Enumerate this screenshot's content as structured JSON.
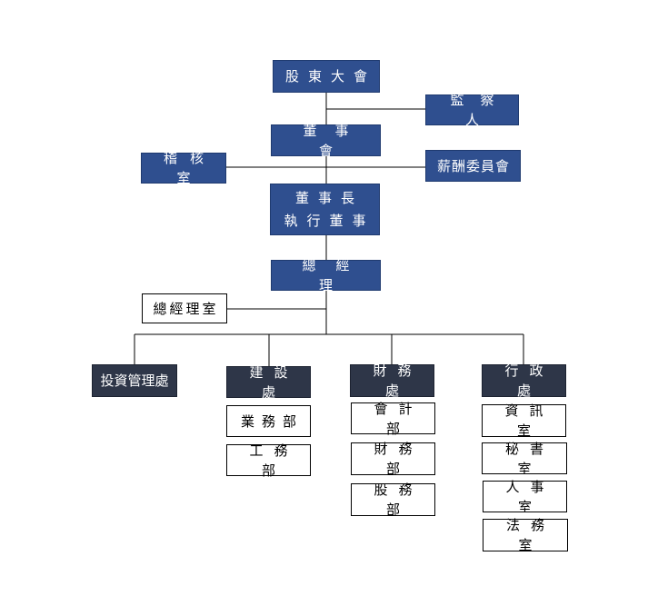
{
  "org_chart": {
    "shareholders_meeting": "股東大會",
    "supervisor": "監察人",
    "board": "董事會",
    "audit_office": "稽核室",
    "compensation_committee": "薪酬委員會",
    "chairman_ceo": "董事長\n執行董事",
    "general_manager": "總經理",
    "gm_office": "總經理室",
    "investment_dept": "投資管理處",
    "construction_div": {
      "name": "建設處",
      "units": [
        "業務部",
        "工務部"
      ]
    },
    "finance_div": {
      "name": "財務處",
      "units": [
        "會計部",
        "財務部",
        "股務部"
      ]
    },
    "admin_div": {
      "name": "行政處",
      "units": [
        "資訊室",
        "秘書室",
        "人事室",
        "法務室"
      ]
    }
  }
}
